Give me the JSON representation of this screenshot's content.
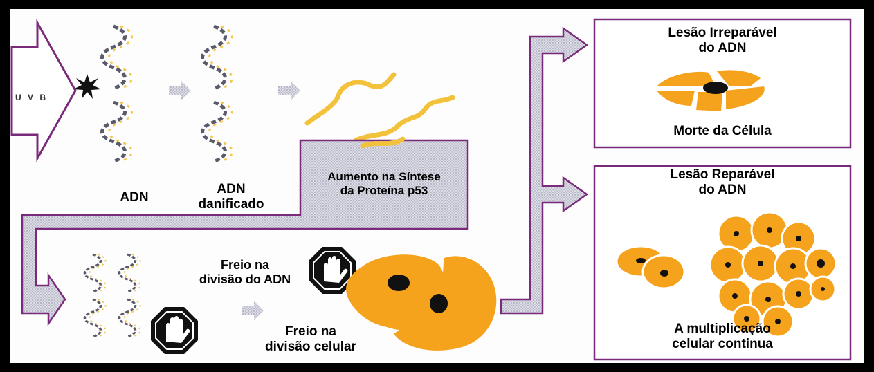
{
  "uvb_label": "U V B",
  "dna_label": "ADN",
  "damaged_dna_label": [
    "ADN",
    "danificado"
  ],
  "p53_label": [
    "Aumento na Síntese",
    "da Proteína p53"
  ],
  "brake_dna_label": [
    "Freio na",
    "divisão do ADN"
  ],
  "brake_cell_label": [
    "Freio na",
    "divisão celular"
  ],
  "irreparable_box": {
    "title": [
      "Lesão Irreparável",
      "do ADN"
    ],
    "result": "Morte da Célula"
  },
  "reparable_box": {
    "title": [
      "Lesão Reparável",
      "do ADN"
    ],
    "result": [
      "A multiplicação",
      "celular continua"
    ]
  },
  "colors": {
    "arrow_outline": "#7a2a7a",
    "arrow_fill": "#c8c8d4",
    "cell_orange": "#f5a21c",
    "nucleus": "#111111",
    "dna_dark": "#555566",
    "dna_yellow": "#f3c23c"
  },
  "icons": [
    "uvb-arrow-icon",
    "uv-burst-icon",
    "dna-helix-icon",
    "p53-protein-icon",
    "stop-hand-icon",
    "cell-icon"
  ]
}
